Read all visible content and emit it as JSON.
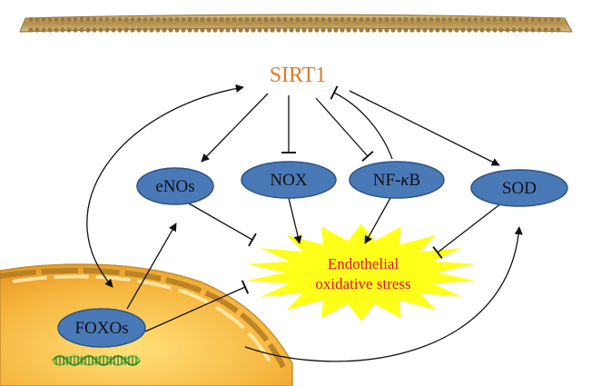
{
  "title": "SIRT1",
  "nodes": {
    "enos": "eNOs",
    "nox": "NOX",
    "nfkb_prefix": "NF-",
    "nfkb_kappa": "κ",
    "nfkb_suffix": "B",
    "sod": "SOD",
    "foxos": "FOXOs"
  },
  "stress": {
    "line1": "Endothelial",
    "line2": "oxidative stress"
  },
  "colors": {
    "title": "#e07b2a",
    "node_fill": "#4a79b8",
    "node_stroke": "#2f5487",
    "stress_fill": "#ffff1a",
    "stress_text": "#e0103a",
    "cell_fill": "#f6b53d",
    "membrane": "#c4a25c"
  },
  "icons": {
    "membrane": "lipid-bilayer-membrane",
    "cell": "cell-with-nucleus",
    "dna": "dna-helix"
  }
}
